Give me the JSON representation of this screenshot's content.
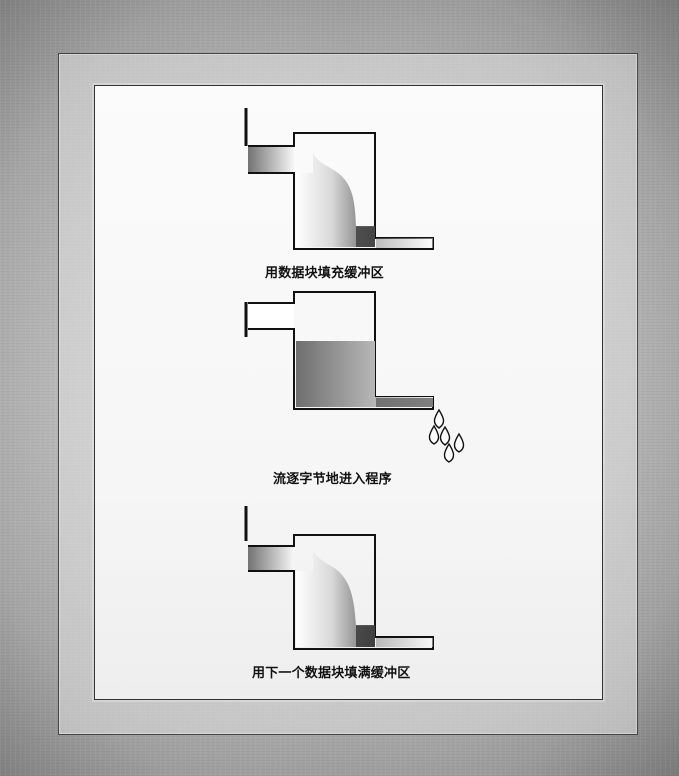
{
  "captions": {
    "fill_buffer": "用数据块填充缓冲区",
    "stream_enters": "流逐字节地进入程序",
    "refill_buffer": "用下一个数据块填满缓冲区"
  },
  "diagram": {
    "stage_count": 3,
    "drop_icons": [
      "drop-icon",
      "drop-icon",
      "drop-icon",
      "drop-icon",
      "drop-icon"
    ],
    "colors": {
      "line": "#111111",
      "panel": "#f7f7f7",
      "shade_dark": "#666666",
      "shade_light": "#ffffff"
    }
  }
}
